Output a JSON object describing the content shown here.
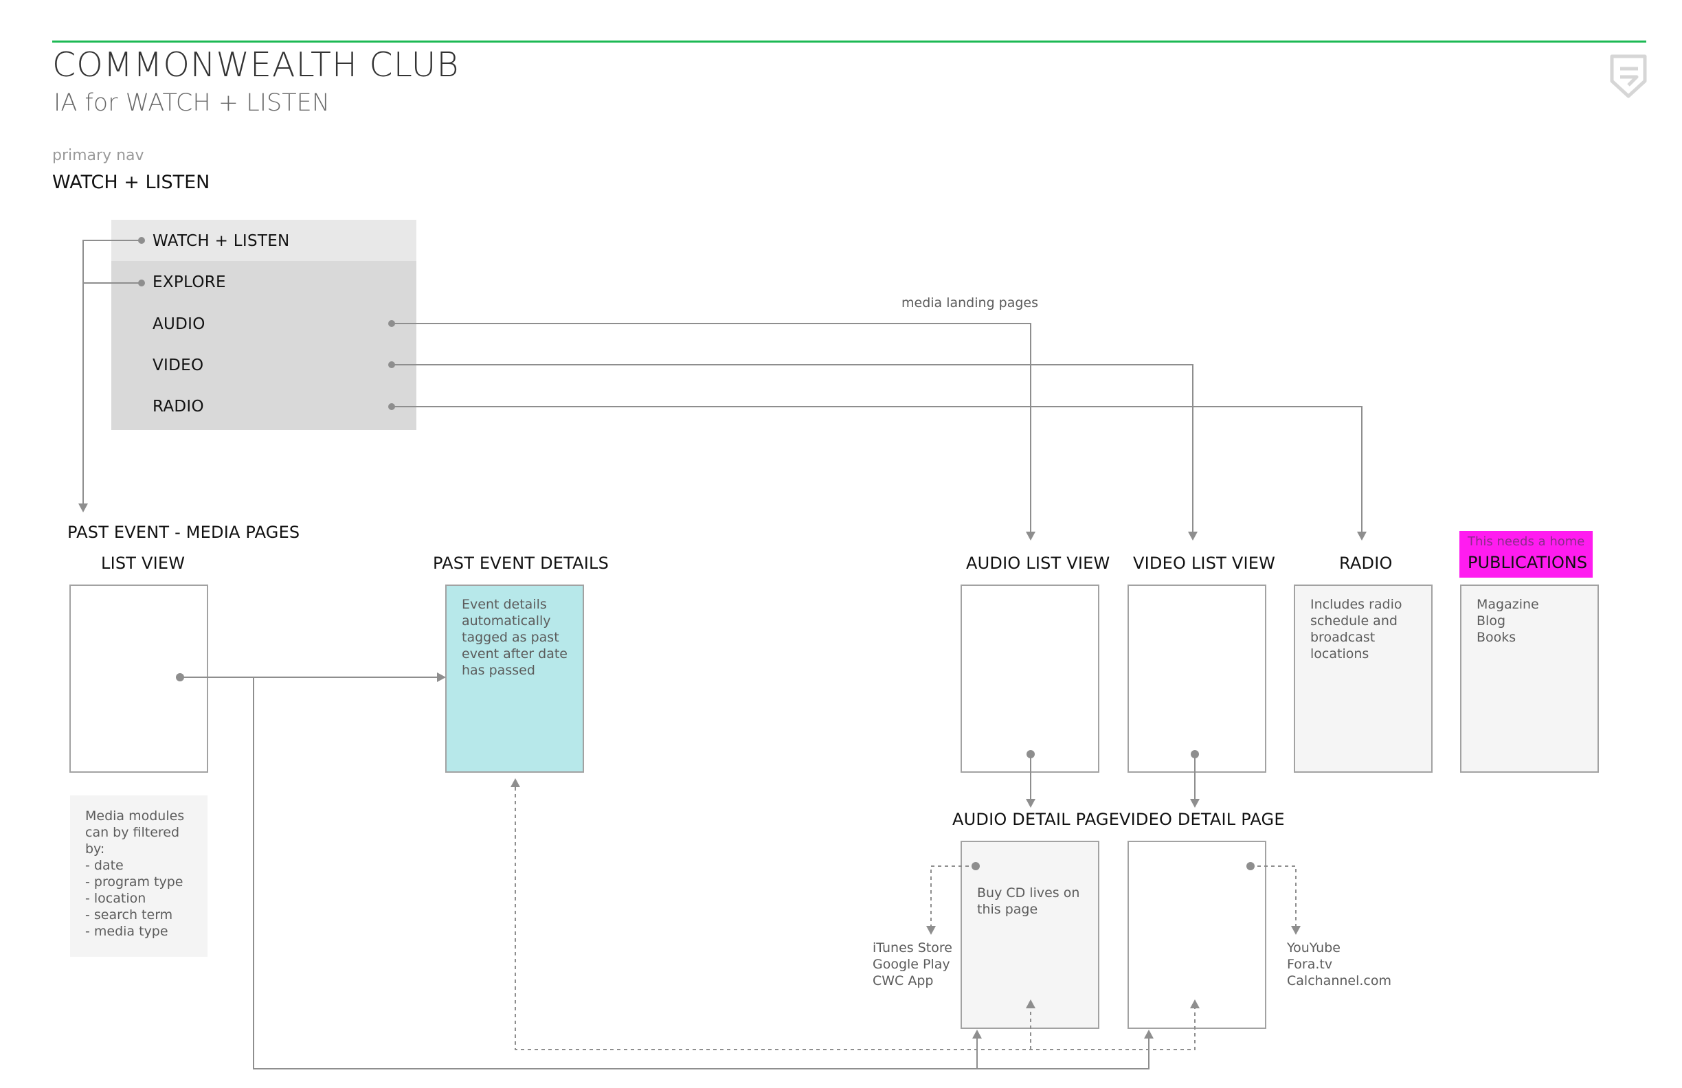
{
  "header": {
    "title": "COMMONWEALTH CLUB",
    "subtitle": "IA for WATCH + LISTEN",
    "accent_color": "#1db954",
    "logo_icon": "shield-logo-icon"
  },
  "primary_nav": {
    "caption": "primary nav",
    "heading": "WATCH + LISTEN",
    "items": [
      {
        "label": "WATCH + LISTEN",
        "active": true
      },
      {
        "label": "EXPLORE"
      },
      {
        "label": "AUDIO"
      },
      {
        "label": "VIDEO"
      },
      {
        "label": "RADIO"
      }
    ]
  },
  "annotations": {
    "media_landing_pages": "media landing pages"
  },
  "past_event": {
    "heading": "PAST EVENT - MEDIA PAGES",
    "list_view": {
      "label": "LIST VIEW"
    },
    "filter_note": "Media modules\ncan by filtered\nby:\n- date\n- program type\n- location\n- search term\n- media type",
    "details": {
      "label": "PAST EVENT DETAILS",
      "text": "Event details\nautomatically\ntagged as past\nevent after date\nhas passed",
      "color": "#b7e8ea"
    }
  },
  "media_pages": {
    "audio_list": {
      "label": "AUDIO LIST VIEW"
    },
    "video_list": {
      "label": "VIDEO LIST VIEW"
    },
    "radio": {
      "label": "RADIO",
      "text": "Includes radio\nschedule and\nbroadcast\nlocations"
    },
    "publications": {
      "note": "This needs a home",
      "label": "PUBLICATIONS",
      "text": "Magazine\nBlog\nBooks",
      "highlight_color": "#ff1cf0"
    },
    "audio_detail": {
      "label": "AUDIO DETAIL PAGE",
      "text": "Buy CD lives on\nthis page",
      "external": "iTunes Store\nGoogle Play\nCWC App"
    },
    "video_detail": {
      "label": "VIDEO DETAIL PAGE",
      "external": "YouYube\nFora.tv\nCalchannel.com"
    }
  }
}
